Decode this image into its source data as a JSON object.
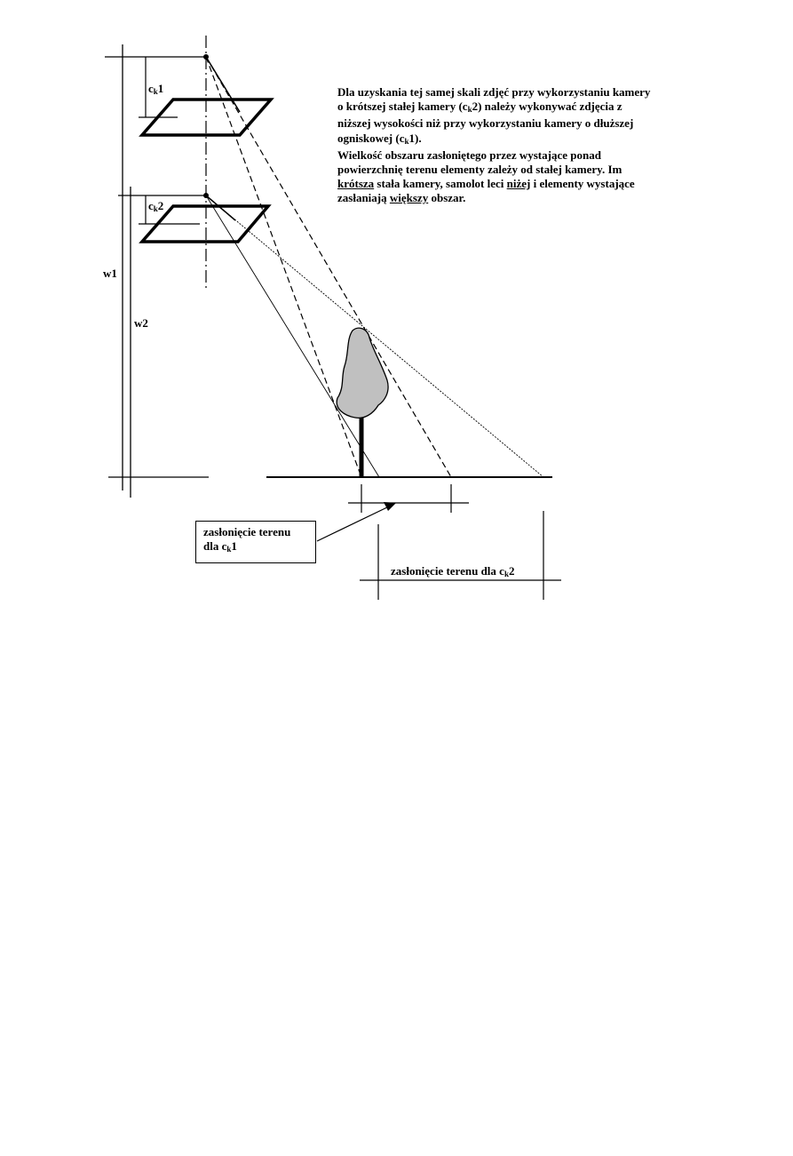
{
  "diagram": {
    "labels": {
      "w1": "w1",
      "w2": "w2",
      "ck_base": "c",
      "ck_sub": "k",
      "ck1_suffix": "1",
      "ck2_suffix": "2"
    },
    "description": {
      "p1_before": "Dla uzyskania tej samej skali zdjęć przy wykorzystaniu kamery o krótszej stałej kamery (",
      "p1_middle": "2) należy wykonywać zdjęcia z niższej wysokości niż przy wykorzystaniu kamery o dłuższej ogniskowej (",
      "p1_after": "1).",
      "p2_part1": "Wielkość obszaru zasłoniętego przez wystające ponad powierzchnię terenu elementy zależy od stałej kamery. Im ",
      "p2_u1": "krótsza",
      "p2_part2": " stała kamery, samolot leci ",
      "p2_u2": "niżej",
      "p2_part3": " i elementy wystające zasłaniają ",
      "p2_u3": "większy",
      "p2_part4": " obszar."
    },
    "note_ck1": {
      "line1": "zasłonięcie terenu",
      "line2_prefix": "dla "
    },
    "note_ck2": {
      "prefix": "zasłonięcie terenu dla "
    },
    "colors": {
      "stroke": "#000000",
      "tree_crown": "#c0c0c0",
      "background": "#ffffff"
    }
  }
}
